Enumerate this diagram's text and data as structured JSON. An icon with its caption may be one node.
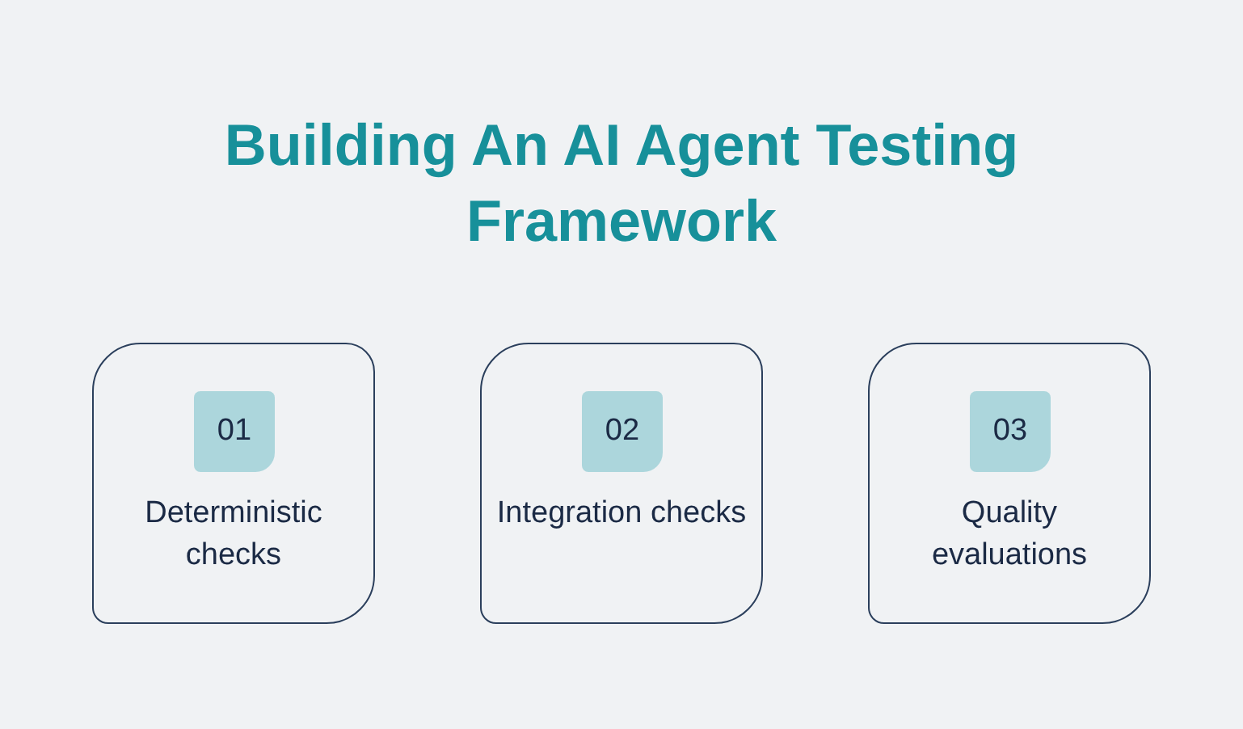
{
  "diagram": {
    "title": "Building An AI Agent Testing Framework",
    "nodes": [
      {
        "text": [
          "Deterministic checks"
        ]
      },
      {
        "text": [
          "01"
        ],
        "in": 0
      },
      {
        "text": [
          "Integration checks"
        ]
      },
      {
        "text": [
          "02"
        ],
        "in": 2
      },
      {
        "text": [
          "Quality evaluations"
        ]
      },
      {
        "text": [
          "03"
        ],
        "in": 4
      }
    ],
    "edges": []
  }
}
